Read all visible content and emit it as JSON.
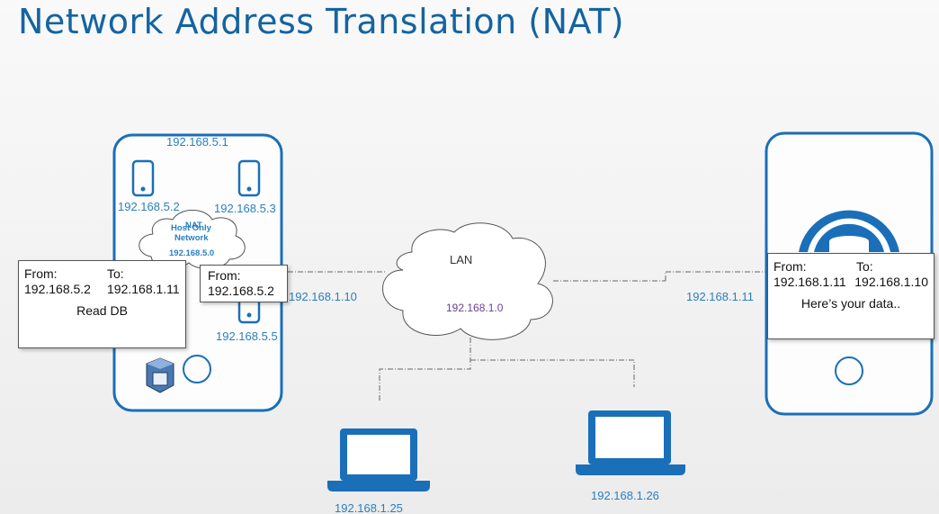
{
  "title": "Network Address Translation (NAT)",
  "left_host": {
    "top_ip": "192.168.5.1",
    "vm1_ip": "192.168.5.2",
    "vm2_ip": "192.168.5.3",
    "vm3_ip": "192.168.5.5",
    "cloud_line1": "Host Only",
    "cloud_overlay": "NAT",
    "cloud_line2": "Network",
    "cloud_line3": "192.168.5.0",
    "host_ip": "192.168.1.10"
  },
  "lan": {
    "label": "LAN",
    "ip": "192.168.1.0"
  },
  "laptops": [
    {
      "ip": "192.168.1.25"
    },
    {
      "ip": "192.168.1.26"
    }
  ],
  "right_host": {
    "ip": "192.168.1.11"
  },
  "packet_request": {
    "from_label": "From:",
    "to_label": "To:",
    "from_value": "192.168.5.2",
    "to_value": "192.168.1.11",
    "payload": "Read DB"
  },
  "packet_nat": {
    "from_label": "From:",
    "from_value": "192.168.5.2"
  },
  "packet_response": {
    "from_label": "From:",
    "to_label": "To:",
    "from_value": "192.168.1.11",
    "to_value": "192.168.1.10",
    "payload": "Here’s your data.."
  },
  "colors": {
    "accent": "#1a6fb8",
    "title": "#1464a0",
    "label": "#2a7fc0",
    "lan_ip": "#6a3f96"
  }
}
